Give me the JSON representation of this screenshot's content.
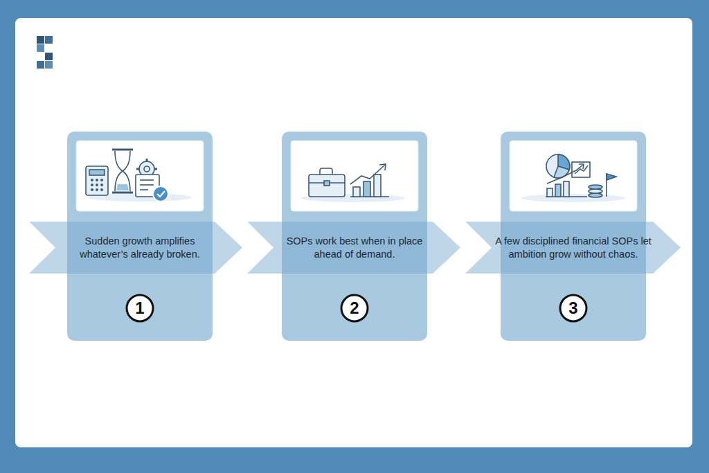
{
  "diagram": {
    "nodes": [
      {
        "text": [
          "Sudden growth amplifies whatever’s already broken.",
          "1"
        ]
      },
      {
        "text": [
          "SOPs work best when in place ahead of demand.",
          "2"
        ]
      },
      {
        "text": [
          "A few disciplined financial SOPs let ambition grow without chaos.",
          "3"
        ]
      }
    ]
  }
}
